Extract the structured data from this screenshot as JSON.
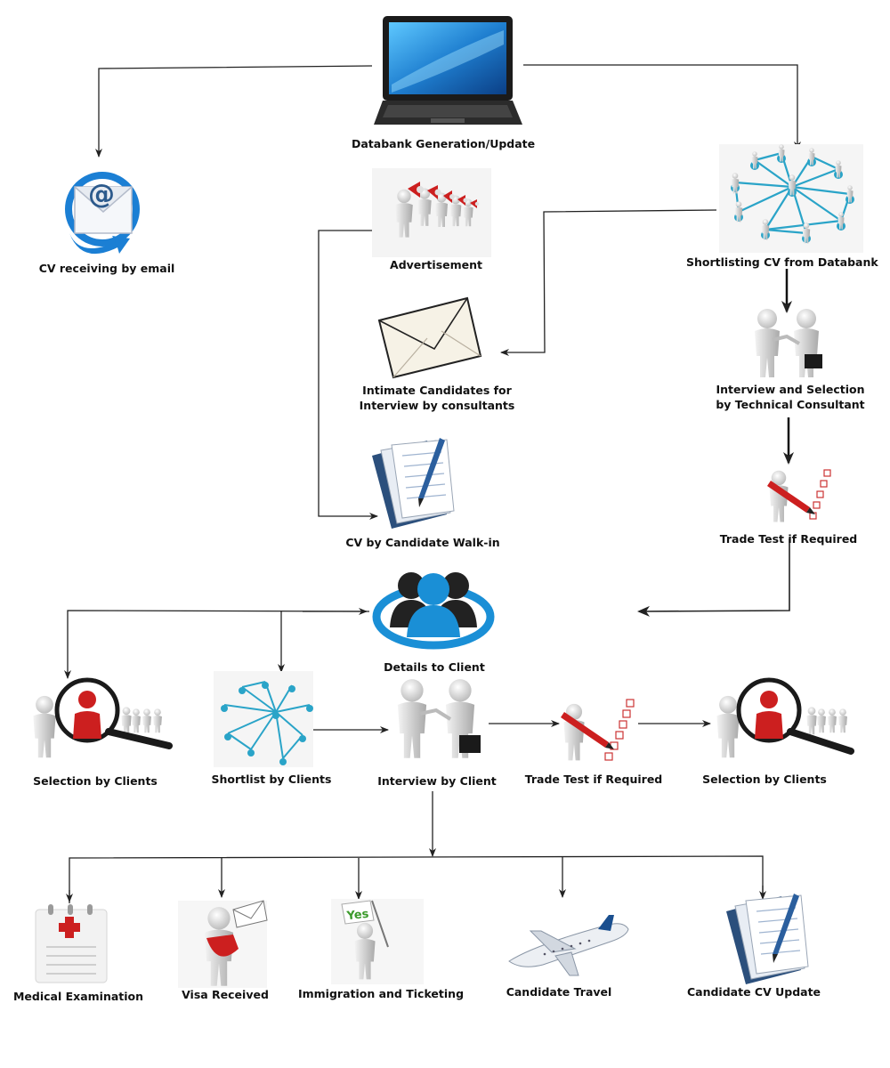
{
  "nodes": {
    "databank": {
      "label": "Databank Generation/Update",
      "icon": "laptop-icon"
    },
    "cv_email": {
      "label": "CV receiving by email",
      "icon": "email-icon"
    },
    "advertisement": {
      "label": "Advertisement",
      "icon": "megaphone-people-icon"
    },
    "shortlisting": {
      "label": "Shortlisting CV from Databank",
      "icon": "network-people-icon"
    },
    "intimate": {
      "label": "Intimate Candidates for Interview by consultants",
      "icon": "envelope-icon"
    },
    "interview_tech": {
      "label": "Interview and Selection by Technical Consultant",
      "icon": "handshake-icon"
    },
    "walkin": {
      "label": "CV by Candidate Walk-in",
      "icon": "document-pen-icon"
    },
    "trade_test_1": {
      "label": "Trade Test if Required",
      "icon": "checklist-pen-icon"
    },
    "details_client": {
      "label": "Details to Client",
      "icon": "user-group-icon"
    },
    "selection_1": {
      "label": "Selection by Clients",
      "icon": "magnifier-people-icon"
    },
    "shortlist_clients": {
      "label": "Shortlist by Clients",
      "icon": "network-people-icon"
    },
    "interview_client": {
      "label": "Interview by Client",
      "icon": "handshake-icon"
    },
    "trade_test_2": {
      "label": "Trade Test if Required",
      "icon": "checklist-pen-icon"
    },
    "selection_2": {
      "label": "Selection by Clients",
      "icon": "magnifier-people-icon"
    },
    "medical": {
      "label": "Medical Examination",
      "icon": "medical-clipboard-icon"
    },
    "visa": {
      "label": "Visa Received",
      "icon": "mail-carrier-icon"
    },
    "immigration": {
      "label": "Immigration and Ticketing",
      "icon": "yes-flag-icon",
      "flag_text": "Yes"
    },
    "travel": {
      "label": "Candidate Travel",
      "icon": "airplane-icon"
    },
    "cv_update": {
      "label": "Candidate CV Update",
      "icon": "document-pen-icon"
    }
  },
  "colors": {
    "line": "#222222",
    "accent_blue": "#1a8fd6",
    "accent_red": "#cc1f1f",
    "network": "#2aa4c8"
  }
}
